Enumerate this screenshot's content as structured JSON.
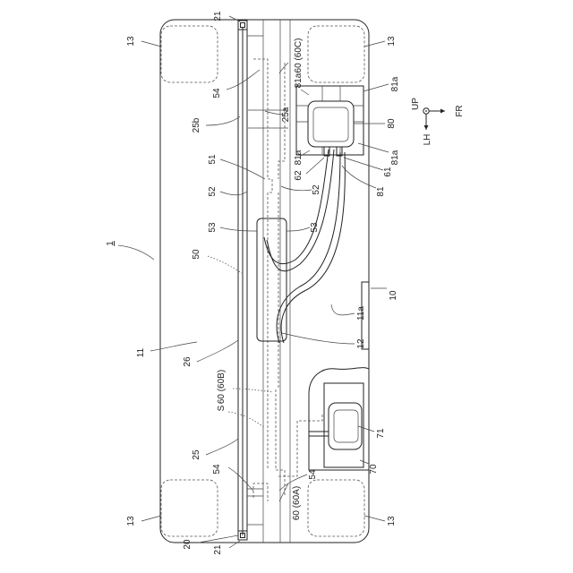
{
  "labels": {
    "l13": "13",
    "l21": "21",
    "l60c": "60 (60C)",
    "l81a": "81a",
    "l54": "54",
    "l25a": "25a",
    "l25b": "25b",
    "l80": "80",
    "l51": "51",
    "l62": "62",
    "l61": "61",
    "l52": "52",
    "l81": "81",
    "l53": "53",
    "l1": "1",
    "l50": "50",
    "l10": "10",
    "l11a": "11a",
    "l11": "11",
    "l26": "26",
    "l12": "12",
    "l60b": "60 (60B)",
    "lS": "S",
    "l71": "71",
    "l25": "25",
    "l70": "70",
    "l60a": "60 (60A)",
    "l20": "20"
  },
  "directions": {
    "up": "UP",
    "fr": "FR",
    "lh": "LH"
  }
}
